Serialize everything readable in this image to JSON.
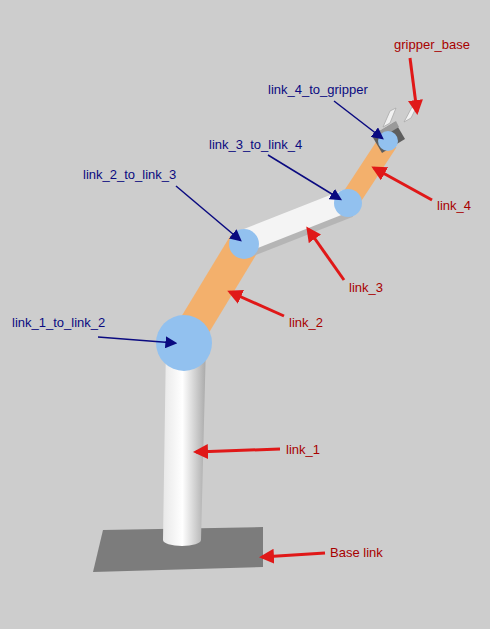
{
  "diagram": {
    "labels": [
      "gripper_base",
      "link_4_to_gripper",
      "link_3_to_link_4",
      "link_4",
      "link_2_to_link_3",
      "link_3",
      "link_2",
      "link_1_to_link_2",
      "link_1",
      "Base link"
    ]
  }
}
